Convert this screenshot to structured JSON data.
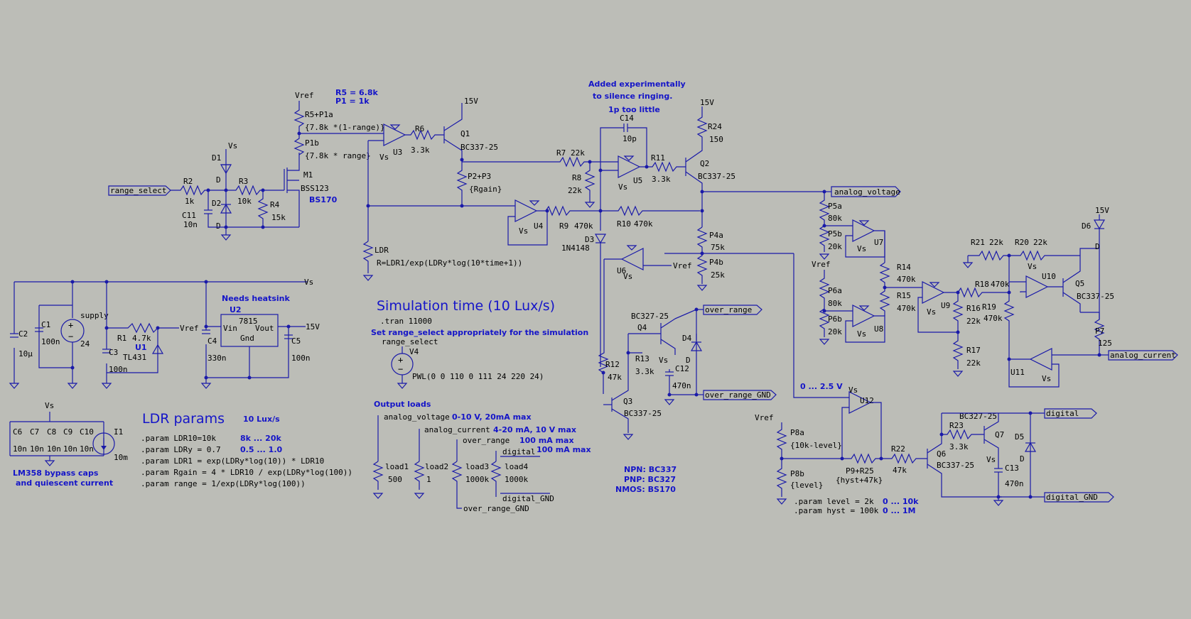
{
  "colors": {
    "background": "#bcbdb7",
    "wire": "#1a1aa8",
    "comment": "#1515c8",
    "label": "#000000"
  },
  "simulation": {
    "title": "Simulation time (10 Lux/s)",
    "tran": ".tran 11000",
    "hint": "Set range_select appropriately for the simulation",
    "source_node": "range_select",
    "source_name": "V4",
    "pwl": "PWL(0 0 110 0 111 24 220 24)"
  },
  "ldr_params": {
    "title": "LDR params",
    "lux_rate": "10 Lux/s",
    "lines": [
      ".param LDR10=10k",
      ".param LDRy = 0.7",
      ".param LDR1 = exp(LDRy*log(10)) * LDR10",
      ".param Rgain = 4 * LDR10 / exp(LDRy*log(100))",
      ".param range = 1/exp(LDRy*log(100))"
    ],
    "ranges": [
      "8k ... 20k",
      "0.5 ... 1.0"
    ]
  },
  "notes": {
    "r5_p1": [
      "R5 = 6.8k",
      "P1 = 1k"
    ],
    "ringing": [
      "Added experimentally",
      "to silence ringing.",
      "1p too little"
    ],
    "heatsink": "Needs heatsink",
    "bypass": [
      "LM358 bypass caps",
      "and quiescent current"
    ],
    "output_loads": "Output loads",
    "transistors": [
      "NPN: BC337",
      "PNP: BC327",
      "NMOS: BS170"
    ],
    "range_0_25": "0 ... 2.5 V",
    "level_params": [
      ".param level = 2k",
      ".param hyst = 100k"
    ],
    "level_ranges": [
      "0 ... 10k",
      "0 ... 1M"
    ],
    "load_specs": [
      "0-10 V, 20mA max",
      "4-20 mA, 10 V max",
      "100 mA max",
      "100 mA max"
    ]
  },
  "nets": {
    "range_select": "range_select",
    "analog_voltage": "analog_voltage",
    "analog_current": "analog_current",
    "over_range": "over_range",
    "over_range_GND": "over_range_GND",
    "digital": "digital",
    "digital_GND": "digital_GND",
    "vref": "Vref",
    "vs": "Vs",
    "v15": "15V"
  },
  "parts": {
    "R2": [
      "R2",
      "1k"
    ],
    "R3": [
      "R3",
      "10k"
    ],
    "R4": [
      "R4",
      "15k"
    ],
    "C11": [
      "C11",
      "10n"
    ],
    "D1": [
      "D1",
      "D"
    ],
    "D2": [
      "D2",
      "D"
    ],
    "M1": [
      "M1",
      "BSS123",
      "BS170"
    ],
    "R5P1a": [
      "R5+P1a",
      "{7.8k *(1-range)}"
    ],
    "P1b": [
      "P1b",
      "{7.8k * range}"
    ],
    "U3": "U3",
    "R6": [
      "R6",
      "3.3k"
    ],
    "Q1": [
      "Q1",
      "BC337-25"
    ],
    "P2P3": [
      "P2+P3",
      "{Rgain}"
    ],
    "R7": [
      "R7",
      "22k"
    ],
    "R8": [
      "R8",
      "22k"
    ],
    "C14": [
      "C14",
      "10p"
    ],
    "R11": [
      "R11",
      "3.3k"
    ],
    "U5": "U5",
    "Q2": [
      "Q2",
      "BC337-25"
    ],
    "R24": [
      "R24",
      "150"
    ],
    "U4": "U4",
    "R9": [
      "R9",
      "470k"
    ],
    "R10": [
      "R10",
      "470k"
    ],
    "D3": [
      "D3",
      "1N4148"
    ],
    "LDR": [
      "LDR",
      "R=LDR1/exp(LDRy*log(10*time+1))"
    ],
    "U6": "U6",
    "P4a": [
      "P4a",
      "75k"
    ],
    "P4b": [
      "P4b",
      "25k"
    ],
    "Q4": [
      "BC327-25",
      "Q4"
    ],
    "R13": [
      "R13",
      "3.3k"
    ],
    "C12": [
      "C12",
      "470n"
    ],
    "D4": [
      "D4",
      "D"
    ],
    "R12": [
      "R12",
      "47k"
    ],
    "Q3": [
      "Q3",
      "BC337-25"
    ],
    "P5a": [
      "P5a",
      "80k"
    ],
    "P5b": [
      "P5b",
      "20k"
    ],
    "U7": "U7",
    "P6a": [
      "P6a",
      "80k"
    ],
    "P6b": [
      "P6b",
      "20k"
    ],
    "U8": "U8",
    "R14": [
      "R14",
      "470k"
    ],
    "R15": [
      "R15",
      "470k"
    ],
    "U9": "U9",
    "R16": [
      "R16",
      "22k"
    ],
    "R17": [
      "R17",
      "22k"
    ],
    "R18": [
      "R18",
      "470k"
    ],
    "R19": [
      "R19",
      "470k"
    ],
    "R21": [
      "R21",
      "22k"
    ],
    "R20": [
      "R20",
      "22k"
    ],
    "U10": "U10",
    "Q5": [
      "Q5",
      "BC337-25"
    ],
    "D6": [
      "D6",
      "D"
    ],
    "P7": [
      "P7",
      "125"
    ],
    "U11": "U11",
    "U12": "U12",
    "P8a": [
      "P8a",
      "{10k-level}"
    ],
    "P8b": [
      "P8b",
      "{level}"
    ],
    "P9R25": [
      "P9+R25",
      "{hyst+47k}"
    ],
    "R22": [
      "R22",
      "47k"
    ],
    "Q6": [
      "Q6",
      "BC337-25"
    ],
    "R23": [
      "R23",
      "3.3k"
    ],
    "Q7": [
      "BC327-25",
      "Q7"
    ],
    "C13": [
      "C13",
      "470n"
    ],
    "D5": [
      "D5",
      "D"
    ],
    "C1": [
      "C1",
      "100n"
    ],
    "C2": [
      "C2",
      "10µ"
    ],
    "supply": [
      "supply",
      "24"
    ],
    "R1": [
      "R1",
      "4.7k"
    ],
    "U1": [
      "U1",
      "TL431"
    ],
    "C3": [
      "C3",
      "100n"
    ],
    "U2": [
      "U2",
      "7815",
      "Vin",
      "Vout",
      "Gnd"
    ],
    "C4": [
      "C4",
      "330n"
    ],
    "C5": [
      "C5",
      "100n"
    ],
    "C6": [
      "C6",
      "10n"
    ],
    "C7": [
      "C7",
      "10n"
    ],
    "C8": [
      "C8",
      "10n"
    ],
    "C9": [
      "C9",
      "10n"
    ],
    "C10": [
      "C10",
      "10n"
    ],
    "I1": [
      "I1",
      "10m"
    ],
    "load1": [
      "load1",
      "500"
    ],
    "load2": [
      "load2",
      "1"
    ],
    "load3": [
      "load3",
      "1000k"
    ],
    "load4": [
      "load4",
      "1000k"
    ]
  }
}
